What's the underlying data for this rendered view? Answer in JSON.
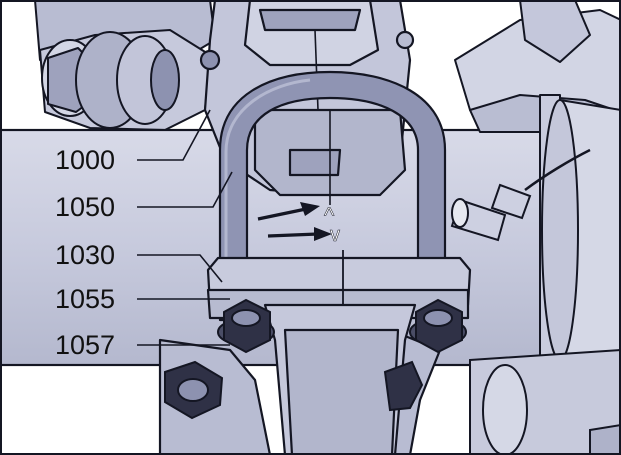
{
  "figure": {
    "callouts": [
      {
        "id": "1000",
        "label": "1000"
      },
      {
        "id": "1050",
        "label": "1050"
      },
      {
        "id": "1030",
        "label": "1030"
      },
      {
        "id": "1055",
        "label": "1055"
      },
      {
        "id": "1057",
        "label": "1057"
      }
    ],
    "alignment_marks": {
      "upper": "^",
      "lower": "v"
    },
    "colors": {
      "part_fill": "#c9ccde",
      "part_shade": "#aeb2c9",
      "part_dark": "#8d92b0",
      "nut": "#2f3146",
      "outline": "#141623",
      "background": "#ffffff"
    }
  }
}
